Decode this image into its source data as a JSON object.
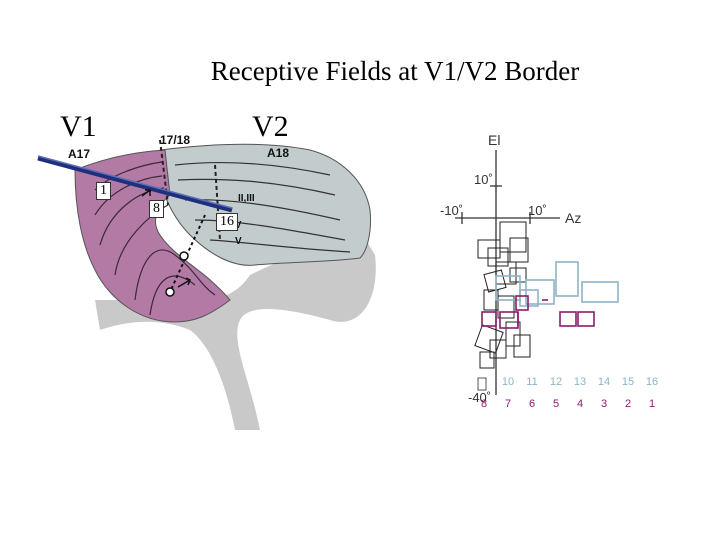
{
  "title": "Receptive Fields at V1/V2 Border",
  "areas": {
    "v1": "V1",
    "v2": "V2"
  },
  "anatomy": {
    "a17": "A17",
    "a18": "A18",
    "border": "17/18",
    "layer_23": "II,III",
    "layer_4": "IV",
    "layer_5": "V"
  },
  "electrode_positions": {
    "p1": "1",
    "p8": "8",
    "p16": "16"
  },
  "plot": {
    "y_axis": "El",
    "x_axis": "Az",
    "tick_top": "10˚",
    "tick_left": "-10˚",
    "tick_right": "10˚",
    "tick_bottom": "-40˚"
  },
  "series_top_numbers": [
    "10",
    "11",
    "12",
    "13",
    "14",
    "15",
    "16"
  ],
  "series_bottom_numbers": [
    "8",
    "7",
    "6",
    "5",
    "4",
    "3",
    "2",
    "1"
  ],
  "colors": {
    "v1": "#b27aa5",
    "v2": "#c2cccc",
    "cortex_gray": "#c9c9c9",
    "rf_v2": "#8fb3c4",
    "rf_v1": "#8a1d6b",
    "electrode": "#1f2f7a"
  }
}
